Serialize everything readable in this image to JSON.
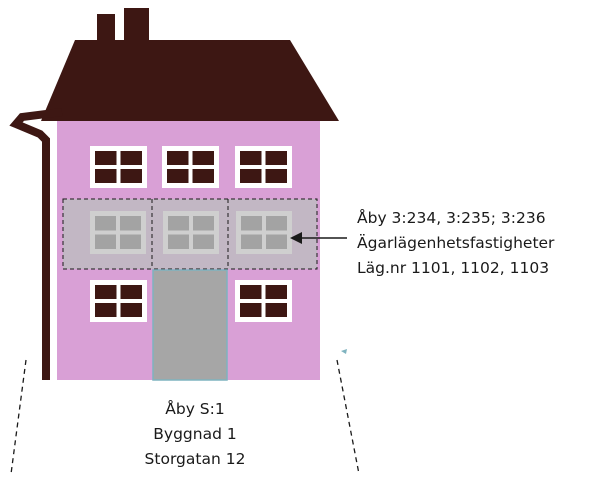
{
  "colors": {
    "roof": "#3d1713",
    "wall": "#d9a0d6",
    "pipe": "#3d1713",
    "window_frame": "#ffffff",
    "window_pane": "#3d1713",
    "floor_band": "#c2b7c4",
    "window_pane_grey": "#a3a3a3",
    "door": "#a6a6a6",
    "door_border": "#7fb3bf",
    "text": "#1a1a1a"
  },
  "apartment_callout": {
    "line1": "Åby 3:234, 3:235; 3:236",
    "line2": "Ägarlägenhetsfastigheter",
    "line3": "Läg.nr 1101, 1102, 1103"
  },
  "property_label": {
    "line1": "Åby S:1",
    "line2": "Byggnad 1",
    "line3": "Storgatan 12"
  }
}
